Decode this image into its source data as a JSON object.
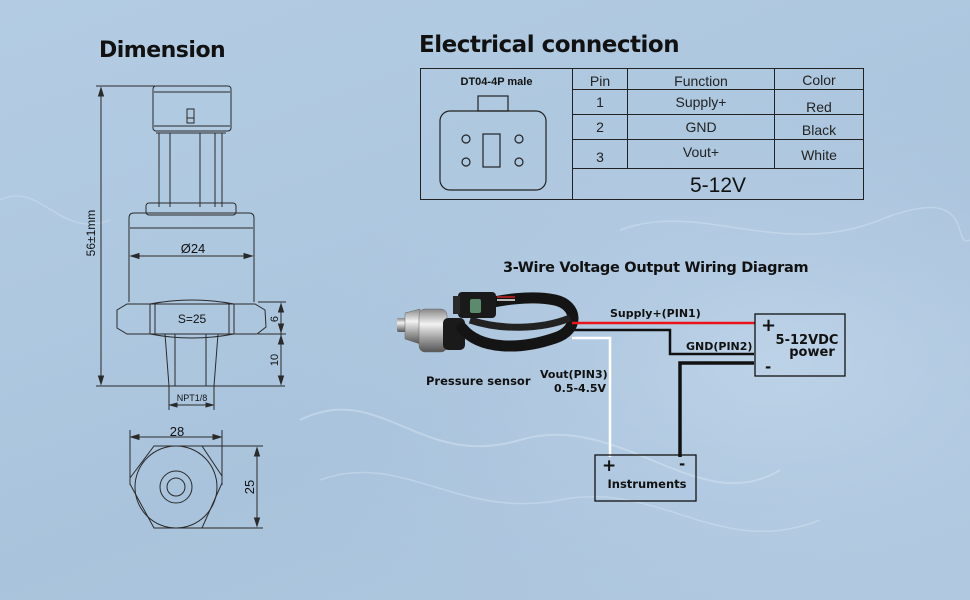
{
  "dimension": {
    "title": "Dimension",
    "labels": {
      "height": "56±1mm",
      "diameter": "Ø24",
      "hex_size": "S=25",
      "hex_height": "6",
      "thread_length": "10",
      "thread": "NPT1/8",
      "width_across_corners": "28",
      "width_across_flats": "25"
    }
  },
  "electrical": {
    "title": "Electrical connection",
    "connector_label": "DT04-4P male",
    "headers": [
      "Pin",
      "Function",
      "Color"
    ],
    "rows": [
      {
        "pin": "1",
        "function": "Supply+",
        "color": "Red"
      },
      {
        "pin": "2",
        "function": "GND",
        "color": "Black"
      },
      {
        "pin": "3",
        "function": "Vout+",
        "color": "White"
      }
    ],
    "voltage": "5-12V"
  },
  "wiring": {
    "title": "3-Wire  Voltage Output Wiring Diagram",
    "sensor_label": "Pressure sensor",
    "supply_label": "Supply+(PIN1)",
    "gnd_label": "GND(PIN2)",
    "vout_label": "Vout(PIN3)",
    "vout_range": "0.5-4.5V",
    "power_box": {
      "plus": "+",
      "minus": "-",
      "line1": "5-12VDC",
      "line2": "power"
    },
    "instrument_box": {
      "plus": "+",
      "minus": "-",
      "label": "Instruments"
    },
    "colors": {
      "supply": "#e8141a",
      "gnd": "#111111",
      "vout": "#ffffff"
    }
  }
}
